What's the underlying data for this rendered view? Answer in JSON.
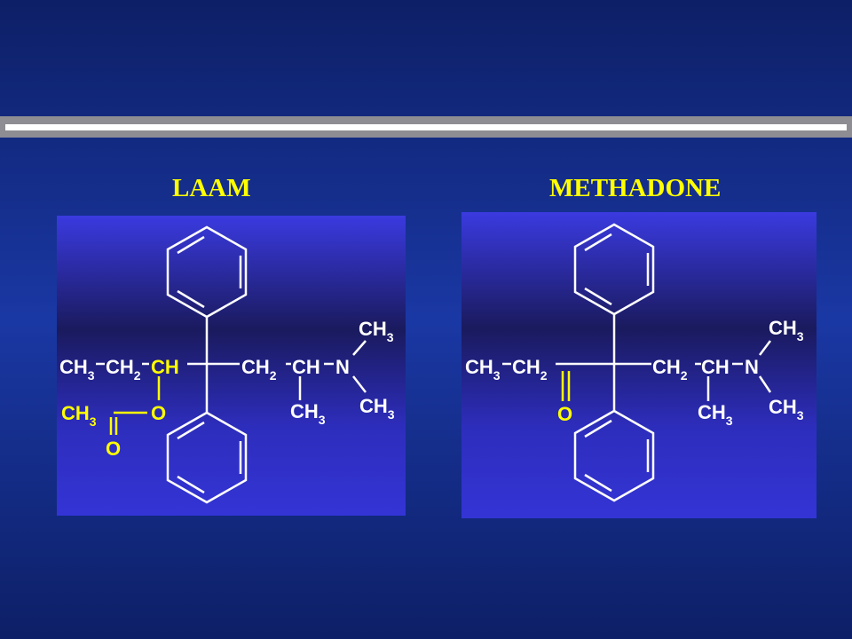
{
  "slide": {
    "laam_title": "LAAM",
    "methadone_title": "METHADONE"
  },
  "laam": {
    "labels": {
      "ch3_left": "CH",
      "ch3_left_sub": "3",
      "ch2_left": "CH",
      "ch2_left_sub": "2",
      "ch_chiral": "CH",
      "ch2_right": "CH",
      "ch2_right_sub": "2",
      "ch_right": "CH",
      "n": "N",
      "ch3_n_top": "CH",
      "ch3_n_top_sub": "3",
      "ch3_n_bottom": "CH",
      "ch3_n_bottom_sub": "3",
      "ch3_branch": "CH",
      "ch3_branch_sub": "3",
      "ch3_acetyl": "CH",
      "ch3_acetyl_sub": "3",
      "o_ester": "O",
      "o_carbonyl": "O"
    }
  },
  "methadone": {
    "labels": {
      "ch3_left": "CH",
      "ch3_left_sub": "3",
      "ch2_left": "CH",
      "ch2_left_sub": "2",
      "ch2_right": "CH",
      "ch2_right_sub": "2",
      "ch_right": "CH",
      "n": "N",
      "ch3_n_top": "CH",
      "ch3_n_top_sub": "3",
      "ch3_n_bottom": "CH",
      "ch3_n_bottom_sub": "3",
      "ch3_branch": "CH",
      "ch3_branch_sub": "3",
      "o_carbonyl": "O"
    }
  },
  "colors": {
    "highlight": "#ffff00",
    "structure": "#ffffff",
    "rule": "#8d8d93"
  }
}
